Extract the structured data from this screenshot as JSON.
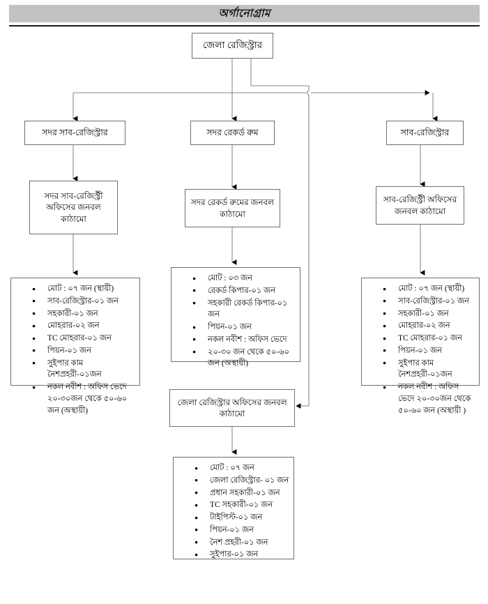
{
  "header": {
    "title": "অর্গানোগ্রাম"
  },
  "nodes": {
    "root": {
      "label": "জেলা রেজিস্ট্রার"
    },
    "branch_left": {
      "label": "সদর সাব-রেজিস্ট্রার"
    },
    "branch_center": {
      "label": "সদর রেকর্ড রুম"
    },
    "branch_right": {
      "label": "সাব-রেজিস্ট্রার"
    },
    "struct_left": {
      "label": "সদর সাব-রেজিস্ট্রী অফিসের জনবল কাঠামো"
    },
    "struct_center": {
      "label": "সদর রেকর্ড রুমের জনবল কাঠামো"
    },
    "struct_right": {
      "label": "সাব-রেজিস্ট্রী অফিসের জনবল কাঠামো"
    },
    "struct_bottom": {
      "label": "জেলা রেজিস্ট্রার অফিসের জনবল কাঠামো"
    }
  },
  "lists": {
    "left": {
      "items": [
        "মোট : ০৭ জন (স্থায়ী)",
        "সাব-রেজিস্ট্রার-০১ জন",
        "সহকারী-০১ জন",
        "মোহরার-০২ জন",
        "TC মোহরার-০১ জন",
        "পিয়ন-০১ জন",
        "সুইপার কাম নৈশপ্রহরী-০১জন",
        "নকল নবীশ : অফিস ভেদে ২০-৩০জন থেকে ৫০-৬০ জন (অস্থায়ী)"
      ]
    },
    "center": {
      "items": [
        "মোট : ০৩ জন",
        "রেকর্ড কিপার-০১ জন",
        "সহকারী রেকর্ড কিপার-০১ জন",
        "পিয়ন-০১ জন",
        "নকল নবীশ : অফিস ভেদে",
        "২০-৩০ জন থেকে ৫০-৬০ জন (অস্থায়ী)"
      ]
    },
    "right": {
      "items": [
        "মোট : ০৭ জন (স্থায়ী)",
        "সাব-রেজিস্ট্রার-০১ জন",
        "সহকারী-০১ জন",
        "মোহরার-০২ জন",
        "TC মোহরার-০১ জন",
        "পিয়ন-০১ জন",
        "সুইপার কাম নৈশপ্রহরী-০১জন",
        "নকল নবীশ : অফিস ভেদে ২০-৩০জন থেকে ৫০-৬০ জন  (অস্থায়ী )"
      ]
    },
    "bottom": {
      "items": [
        "মোট : ০৭ জন",
        "জেলা রেজিস্ট্রার- ০১ জন",
        "প্রধান সহকারী-০১ জন",
        "TC সহকারী-০১ জন",
        "টাইপিস্ট-০১ জন",
        "পিয়ন-০১ জন",
        "নৈশ প্রহরী-০১ জন",
        "সুইপার-০১ জন"
      ]
    }
  },
  "colors": {
    "title_band": "#c2c2c2",
    "rule": "#1a1a1a",
    "box_border": "#6f6f6f",
    "connector": "#8a8a8a",
    "arrow": "#000000",
    "background": "#ffffff"
  }
}
